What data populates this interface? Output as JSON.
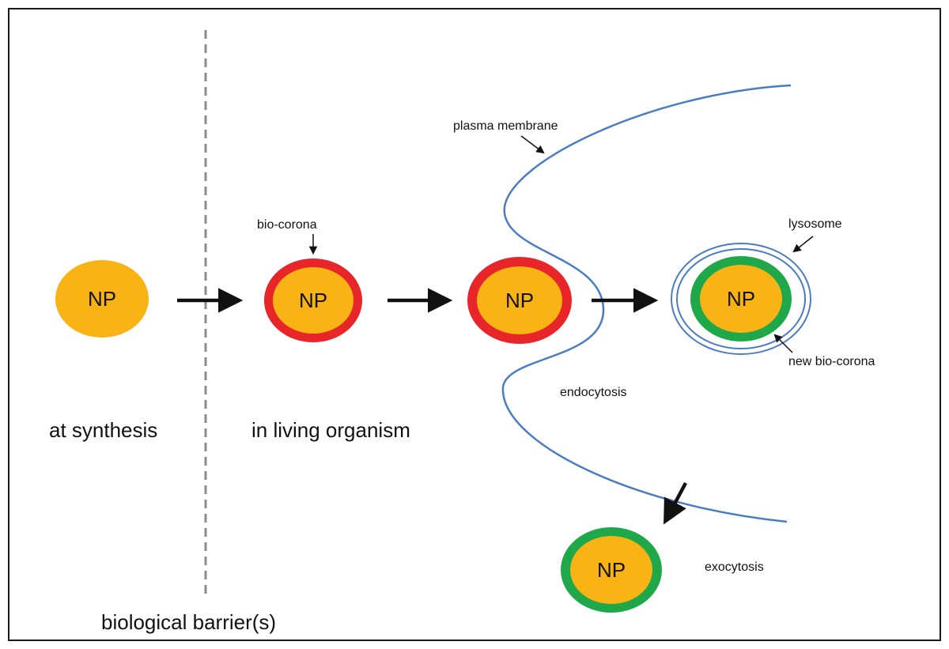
{
  "labels": {
    "np": "NP",
    "at_synthesis": "at synthesis",
    "in_living_organism": "in living organism",
    "biological_barriers": "biological barrier(s)",
    "bio_corona": "bio-corona",
    "plasma_membrane": "plasma membrane",
    "lysosome": "lysosome",
    "new_bio_corona": "new bio-corona",
    "endocytosis": "endocytosis",
    "exocytosis": "exocytosis"
  },
  "colors": {
    "core": "#F9B315",
    "bio_corona": "#E8262A",
    "new_bio_corona": "#1FA84A",
    "membrane": "#4A7CC4",
    "barrier": "#8C8C8C",
    "frame": "#1A1A1A",
    "arrow": "#111111"
  }
}
